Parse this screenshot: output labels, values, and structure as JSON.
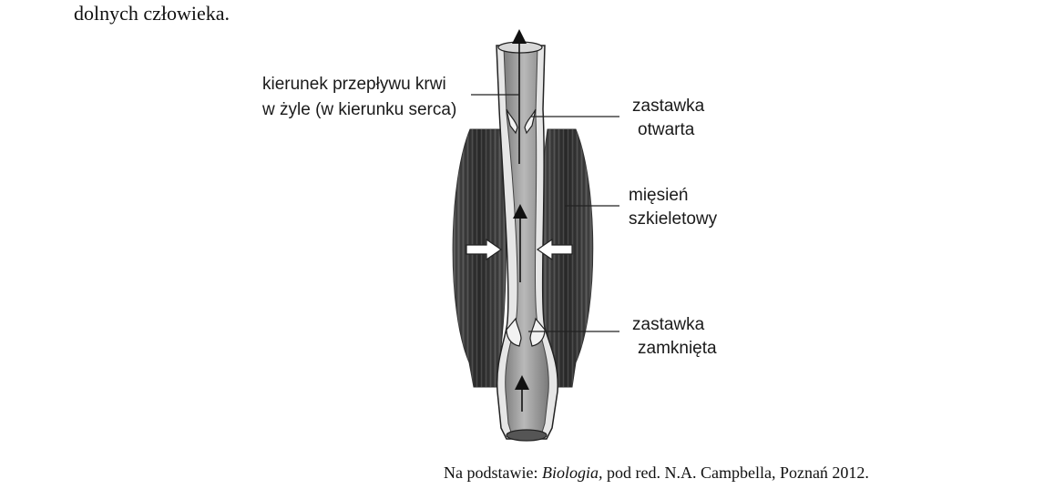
{
  "intro": {
    "text": "dolnych człowieka."
  },
  "diagram": {
    "labels": {
      "flow_direction_line1": "kierunek przepływu krwi",
      "flow_direction_line2": "w żyle (w kierunku serca)",
      "valve_open_line1": "zastawka",
      "valve_open_line2": "otwarta",
      "muscle_line1": "mięsień",
      "muscle_line2": "szkieletowy",
      "valve_closed_line1": "zastawka",
      "valve_closed_line2": "zamknięta"
    }
  },
  "caption": {
    "prefix": "Na podstawie: ",
    "title": "Biologia,",
    "suffix": " pod red. N.A. Campbella, Poznań 2012."
  }
}
